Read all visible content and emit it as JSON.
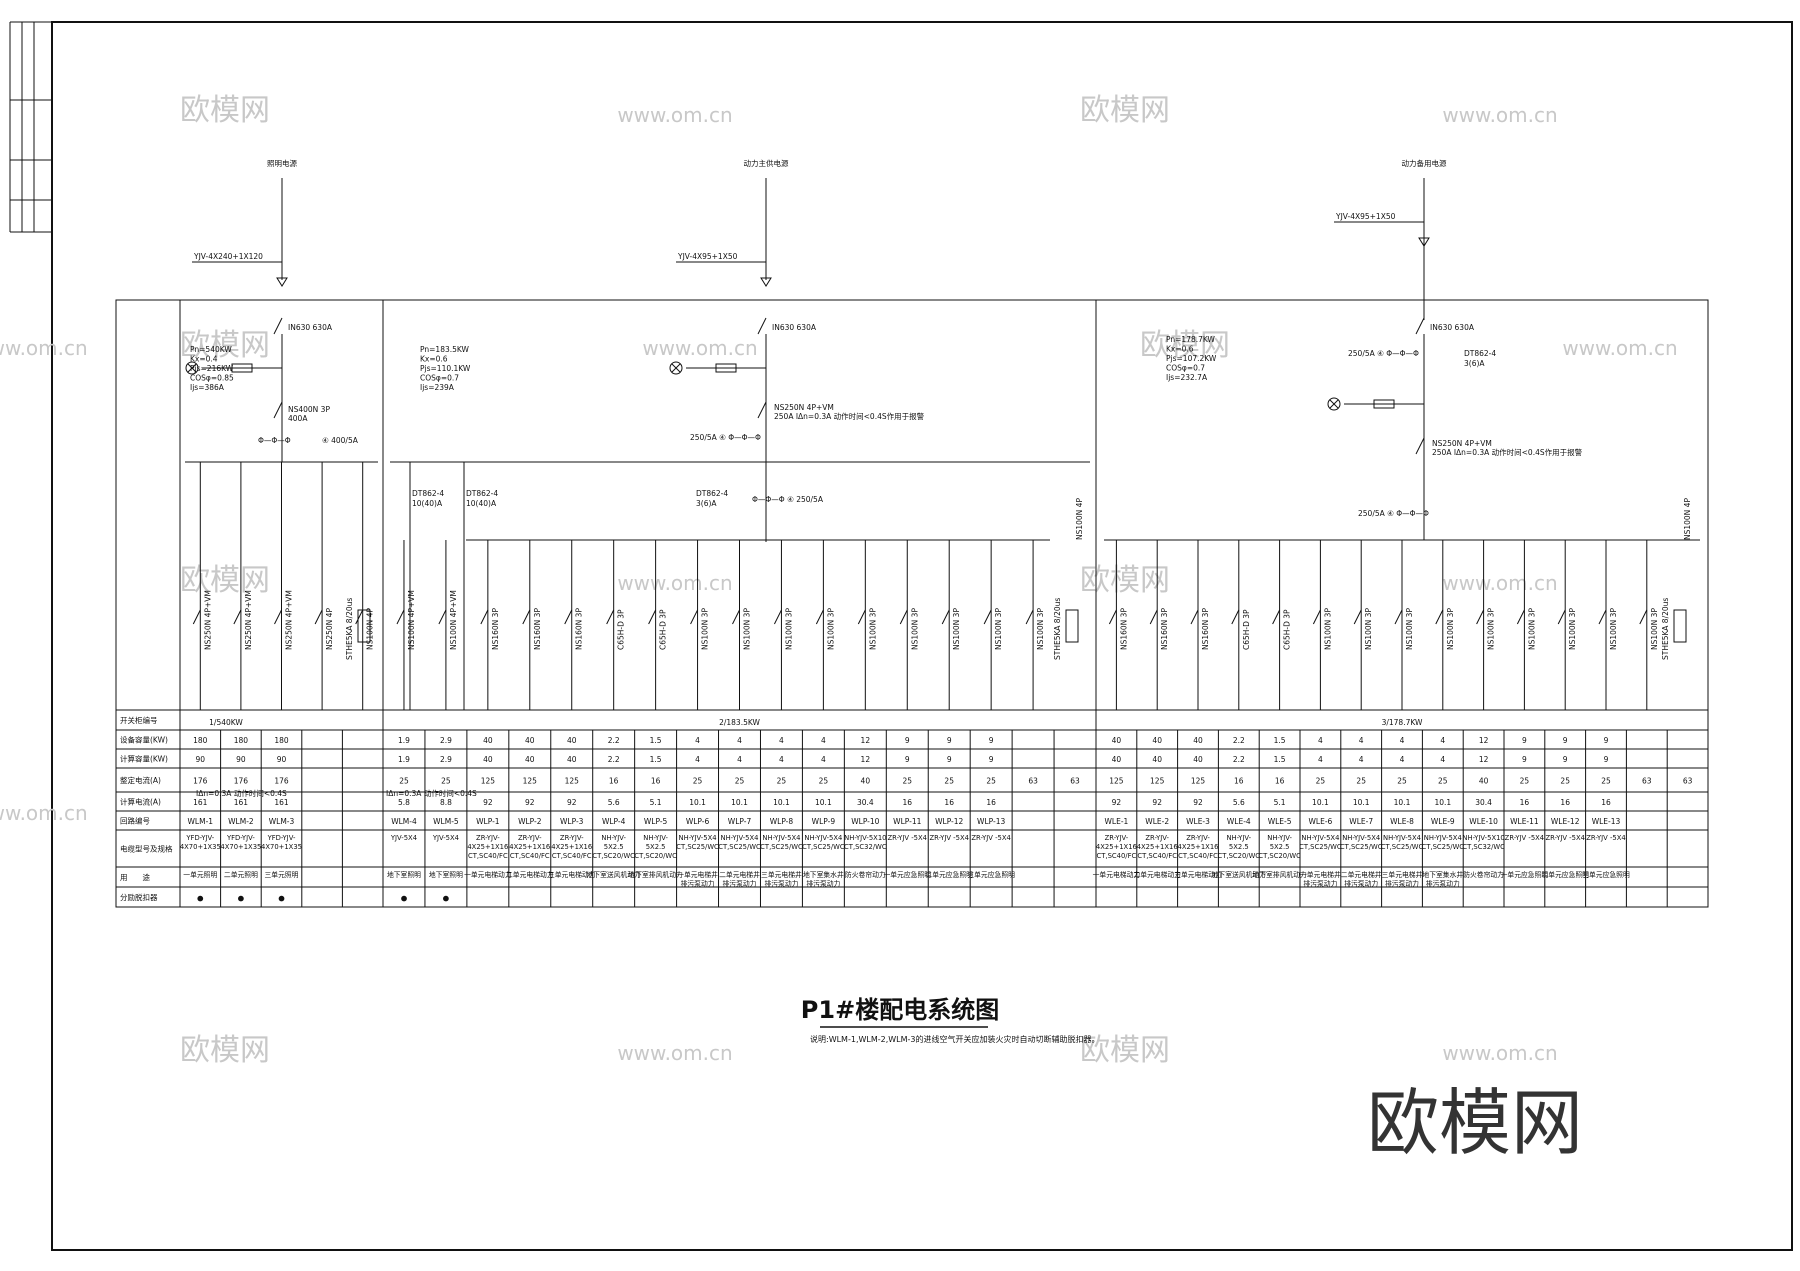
{
  "title": "P1#楼配电系统图",
  "note": "说明:WLM-1,WLM-2,WLM-3的进线空气开关应加装火灾时自动切断辅助脱扣器。",
  "watermark": {
    "logo": "欧模网",
    "url": "www.om.cn"
  },
  "colors": {
    "line": "#111111",
    "watermark": "#c8c8c8",
    "logo_big": "#333333"
  },
  "sections": [
    {
      "id": "s1",
      "source": "照明电源",
      "cable_in": "YJV-4X240+1X120",
      "main_breaker": "IN630 630A",
      "calc": [
        "Pn=540KW",
        "Kx=0.4",
        "Pjs=216KW",
        "COSφ=0.85",
        "Ijs=386A"
      ],
      "sub_breaker": [
        "NS400N 3P",
        "400A"
      ],
      "ct": "400/5A",
      "cabinet": "1/540KW",
      "leakage_note": "IΔn=0.3A  动作时间<0.4S",
      "spd": "STHE5KA 8/20us"
    },
    {
      "id": "s2",
      "source": "动力主供电源",
      "cable_in": "YJV-4X95+1X50",
      "main_breaker": "IN630 630A",
      "calc": [
        "Pn=183.5KW",
        "Kx=0.6",
        "Pjs=110.1KW",
        "COSφ=0.7",
        "Ijs=239A"
      ],
      "rcd_breaker": [
        "NS250N 4P+VM",
        "250A IΔn=0.3A  动作时间<0.4S作用于报警"
      ],
      "ct_top": "250/5A",
      "meter": "DT862-4",
      "meter_spec": "3(6)A",
      "ct_bus": "250/5A",
      "meter_a": [
        "DT862-4",
        "10(40)A"
      ],
      "meter_b": [
        "DT862-4",
        "10(40)A"
      ],
      "cabinet": "2/183.5KW",
      "leakage_note": "IΔn=0.3A  动作时间<0.4S",
      "spd": "STHE5KA 8/20us",
      "spd_breaker": "NS100N 4P"
    },
    {
      "id": "s3",
      "source": "动力备用电源",
      "cable_in": "YJV-4X95+1X50",
      "main_breaker": "IN630 630A",
      "calc": [
        "Pn=178.7KW",
        "Kx=0.6",
        "Pjs=107.2KW",
        "COSφ=0.7",
        "Ijs=232.7A"
      ],
      "ct_top": "250/5A",
      "meter": "DT862-4",
      "meter_spec": "3(6)A",
      "rcd_breaker": [
        "NS250N 4P+VM",
        "250A IΔn=0.3A  动作时间<0.4S作用于报警"
      ],
      "ct_bus": "250/5A",
      "cabinet": "3/178.7KW",
      "spd": "STHE5KA 8/20us",
      "spd_breaker": "NS100N 4P"
    }
  ],
  "row_labels": [
    "开关柜编号",
    "设备容量(KW)",
    "计算容量(KW)",
    "整定电流(A)",
    "计算电流(A)",
    "回路编号",
    "电缆型号及规格",
    "用　　途",
    "分励脱扣器"
  ],
  "circuits": [
    {
      "sec": 0,
      "breaker": "NS250N 4P+VM",
      "cap": "180",
      "calc": "90",
      "set": "176",
      "cur": "161",
      "no": "WLM-1",
      "cable": "YFD-YJV-4X70+1X35",
      "use": "一单元照明",
      "shunt": "●"
    },
    {
      "sec": 0,
      "breaker": "NS250N 4P+VM",
      "cap": "180",
      "calc": "90",
      "set": "176",
      "cur": "161",
      "no": "WLM-2",
      "cable": "YFD-YJV-4X70+1X35",
      "use": "二单元照明",
      "shunt": "●"
    },
    {
      "sec": 0,
      "breaker": "NS250N 4P+VM",
      "cap": "180",
      "calc": "90",
      "set": "176",
      "cur": "161",
      "no": "WLM-3",
      "cable": "YFD-YJV-4X70+1X35",
      "use": "三单元照明",
      "shunt": "●"
    },
    {
      "sec": 0,
      "breaker": "NS250N 4P",
      "cap": "",
      "calc": "",
      "set": "",
      "cur": "",
      "no": "",
      "cable": "",
      "use": "",
      "shunt": ""
    },
    {
      "sec": 0,
      "breaker": "NS100N 4P",
      "cap": "",
      "calc": "",
      "set": "",
      "cur": "",
      "no": "",
      "cable": "",
      "use": "",
      "shunt": ""
    },
    {
      "sec": 1,
      "breaker": "NS100N 4P+VM",
      "cap": "1.9",
      "calc": "1.9",
      "set": "25",
      "cur": "5.8",
      "no": "WLM-4",
      "cable": "YJV-5X4",
      "use": "地下室照明",
      "shunt": "●"
    },
    {
      "sec": 1,
      "breaker": "NS100N 4P+VM",
      "cap": "2.9",
      "calc": "2.9",
      "set": "25",
      "cur": "8.8",
      "no": "WLM-5",
      "cable": "YJV-5X4",
      "use": "地下室照明",
      "shunt": "●"
    },
    {
      "sec": 1,
      "breaker": "NS160N 3P",
      "cap": "40",
      "calc": "40",
      "set": "125",
      "cur": "92",
      "no": "WLP-1",
      "cable": "ZR-YJV-4X25+1X16 CT,SC40/FC",
      "use": "一单元电梯动力",
      "shunt": ""
    },
    {
      "sec": 1,
      "breaker": "NS160N 3P",
      "cap": "40",
      "calc": "40",
      "set": "125",
      "cur": "92",
      "no": "WLP-2",
      "cable": "ZR-YJV-4X25+1X16 CT,SC40/FC",
      "use": "二单元电梯动力",
      "shunt": ""
    },
    {
      "sec": 1,
      "breaker": "NS160N 3P",
      "cap": "40",
      "calc": "40",
      "set": "125",
      "cur": "92",
      "no": "WLP-3",
      "cable": "ZR-YJV-4X25+1X16 CT,SC40/FC",
      "use": "三单元电梯动力",
      "shunt": ""
    },
    {
      "sec": 1,
      "breaker": "C65H-D 3P",
      "cap": "2.2",
      "calc": "2.2",
      "set": "16",
      "cur": "5.6",
      "no": "WLP-4",
      "cable": "NH-YJV-5X2.5 CT,SC20/WC",
      "use": "地下室送风机动力",
      "shunt": ""
    },
    {
      "sec": 1,
      "breaker": "C65H-D 3P",
      "cap": "1.5",
      "calc": "1.5",
      "set": "16",
      "cur": "5.1",
      "no": "WLP-5",
      "cable": "NH-YJV-5X2.5 CT,SC20/WC",
      "use": "地下室排风机动力",
      "shunt": ""
    },
    {
      "sec": 1,
      "breaker": "NS100N 3P",
      "cap": "4",
      "calc": "4",
      "set": "25",
      "cur": "10.1",
      "no": "WLP-6",
      "cable": "NH-YJV-5X4 CT,SC25/WC",
      "use": "一单元电梯井排污泵动力",
      "shunt": ""
    },
    {
      "sec": 1,
      "breaker": "NS100N 3P",
      "cap": "4",
      "calc": "4",
      "set": "25",
      "cur": "10.1",
      "no": "WLP-7",
      "cable": "NH-YJV-5X4 CT,SC25/WC",
      "use": "二单元电梯井排污泵动力",
      "shunt": ""
    },
    {
      "sec": 1,
      "breaker": "NS100N 3P",
      "cap": "4",
      "calc": "4",
      "set": "25",
      "cur": "10.1",
      "no": "WLP-8",
      "cable": "NH-YJV-5X4 CT,SC25/WC",
      "use": "三单元电梯井排污泵动力",
      "shunt": ""
    },
    {
      "sec": 1,
      "breaker": "NS100N 3P",
      "cap": "4",
      "calc": "4",
      "set": "25",
      "cur": "10.1",
      "no": "WLP-9",
      "cable": "NH-YJV-5X4 CT,SC25/WC",
      "use": "地下室集水井排污泵动力",
      "shunt": ""
    },
    {
      "sec": 1,
      "breaker": "NS100N 3P",
      "cap": "12",
      "calc": "12",
      "set": "40",
      "cur": "30.4",
      "no": "WLP-10",
      "cable": "NH-YJV-5X10 CT,SC32/WC",
      "use": "防火卷帘动力",
      "shunt": ""
    },
    {
      "sec": 1,
      "breaker": "NS100N 3P",
      "cap": "9",
      "calc": "9",
      "set": "25",
      "cur": "16",
      "no": "WLP-11",
      "cable": "ZR-YJV -5X4",
      "use": "一单元应急照明",
      "shunt": ""
    },
    {
      "sec": 1,
      "breaker": "NS100N 3P",
      "cap": "9",
      "calc": "9",
      "set": "25",
      "cur": "16",
      "no": "WLP-12",
      "cable": "ZR-YJV -5X4",
      "use": "二单元应急照明",
      "shunt": ""
    },
    {
      "sec": 1,
      "breaker": "NS100N 3P",
      "cap": "9",
      "calc": "9",
      "set": "25",
      "cur": "16",
      "no": "WLP-13",
      "cable": "ZR-YJV -5X4",
      "use": "三单元应急照明",
      "shunt": ""
    },
    {
      "sec": 1,
      "breaker": "NS100N 3P",
      "cap": "",
      "calc": "",
      "set": "63",
      "cur": "",
      "no": "",
      "cable": "",
      "use": "",
      "shunt": ""
    },
    {
      "sec": 1,
      "breaker": "",
      "cap": "",
      "calc": "",
      "set": "63",
      "cur": "",
      "no": "",
      "cable": "",
      "use": "",
      "shunt": ""
    },
    {
      "sec": 2,
      "breaker": "NS160N 3P",
      "cap": "40",
      "calc": "40",
      "set": "125",
      "cur": "92",
      "no": "WLE-1",
      "cable": "ZR-YJV-4X25+1X16 CT,SC40/FC",
      "use": "一单元电梯动力",
      "shunt": ""
    },
    {
      "sec": 2,
      "breaker": "NS160N 3P",
      "cap": "40",
      "calc": "40",
      "set": "125",
      "cur": "92",
      "no": "WLE-2",
      "cable": "ZR-YJV-4X25+1X16 CT,SC40/FC",
      "use": "二单元电梯动力",
      "shunt": ""
    },
    {
      "sec": 2,
      "breaker": "NS160N 3P",
      "cap": "40",
      "calc": "40",
      "set": "125",
      "cur": "92",
      "no": "WLE-3",
      "cable": "ZR-YJV-4X25+1X16 CT,SC40/FC",
      "use": "三单元电梯动力",
      "shunt": ""
    },
    {
      "sec": 2,
      "breaker": "C65H-D 3P",
      "cap": "2.2",
      "calc": "2.2",
      "set": "16",
      "cur": "5.6",
      "no": "WLE-4",
      "cable": "NH-YJV-5X2.5 CT,SC20/WC",
      "use": "地下室送风机动力",
      "shunt": ""
    },
    {
      "sec": 2,
      "breaker": "C65H-D 3P",
      "cap": "1.5",
      "calc": "1.5",
      "set": "16",
      "cur": "5.1",
      "no": "WLE-5",
      "cable": "NH-YJV-5X2.5 CT,SC20/WC",
      "use": "地下室排风机动力",
      "shunt": ""
    },
    {
      "sec": 2,
      "breaker": "NS100N 3P",
      "cap": "4",
      "calc": "4",
      "set": "25",
      "cur": "10.1",
      "no": "WLE-6",
      "cable": "NH-YJV-5X4 CT,SC25/WC",
      "use": "一单元电梯井排污泵动力",
      "shunt": ""
    },
    {
      "sec": 2,
      "breaker": "NS100N 3P",
      "cap": "4",
      "calc": "4",
      "set": "25",
      "cur": "10.1",
      "no": "WLE-7",
      "cable": "NH-YJV-5X4 CT,SC25/WC",
      "use": "二单元电梯井排污泵动力",
      "shunt": ""
    },
    {
      "sec": 2,
      "breaker": "NS100N 3P",
      "cap": "4",
      "calc": "4",
      "set": "25",
      "cur": "10.1",
      "no": "WLE-8",
      "cable": "NH-YJV-5X4 CT,SC25/WC",
      "use": "三单元电梯井排污泵动力",
      "shunt": ""
    },
    {
      "sec": 2,
      "breaker": "NS100N 3P",
      "cap": "4",
      "calc": "4",
      "set": "25",
      "cur": "10.1",
      "no": "WLE-9",
      "cable": "NH-YJV-5X4 CT,SC25/WC",
      "use": "地下室集水井排污泵动力",
      "shunt": ""
    },
    {
      "sec": 2,
      "breaker": "NS100N 3P",
      "cap": "12",
      "calc": "12",
      "set": "40",
      "cur": "30.4",
      "no": "WLE-10",
      "cable": "NH-YJV-5X10 CT,SC32/WC",
      "use": "防火卷帘动力",
      "shunt": ""
    },
    {
      "sec": 2,
      "breaker": "NS100N 3P",
      "cap": "9",
      "calc": "9",
      "set": "25",
      "cur": "16",
      "no": "WLE-11",
      "cable": "ZR-YJV -5X4",
      "use": "一单元应急照明",
      "shunt": ""
    },
    {
      "sec": 2,
      "breaker": "NS100N 3P",
      "cap": "9",
      "calc": "9",
      "set": "25",
      "cur": "16",
      "no": "WLE-12",
      "cable": "ZR-YJV -5X4",
      "use": "二单元应急照明",
      "shunt": ""
    },
    {
      "sec": 2,
      "breaker": "NS100N 3P",
      "cap": "9",
      "calc": "9",
      "set": "25",
      "cur": "16",
      "no": "WLE-13",
      "cable": "ZR-YJV -5X4",
      "use": "三单元应急照明",
      "shunt": ""
    },
    {
      "sec": 2,
      "breaker": "NS100N 3P",
      "cap": "",
      "calc": "",
      "set": "63",
      "cur": "",
      "no": "",
      "cable": "",
      "use": "",
      "shunt": ""
    },
    {
      "sec": 2,
      "breaker": "",
      "cap": "",
      "calc": "",
      "set": "63",
      "cur": "",
      "no": "",
      "cable": "",
      "use": "",
      "shunt": ""
    }
  ]
}
